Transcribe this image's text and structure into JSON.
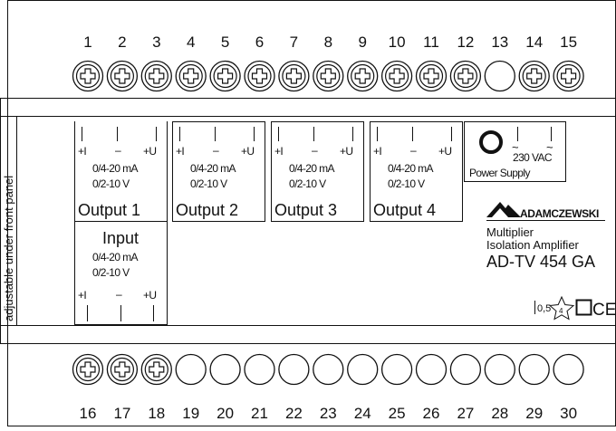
{
  "top_terminals": [
    "1",
    "2",
    "3",
    "4",
    "5",
    "6",
    "7",
    "8",
    "9",
    "10",
    "11",
    "12",
    "13",
    "14",
    "15"
  ],
  "top_screw_state": [
    true,
    true,
    true,
    true,
    true,
    true,
    true,
    true,
    true,
    true,
    true,
    true,
    false,
    true,
    true
  ],
  "bottom_terminals": [
    "16",
    "17",
    "18",
    "19",
    "20",
    "21",
    "22",
    "23",
    "24",
    "25",
    "26",
    "27",
    "28",
    "29",
    "30"
  ],
  "bottom_screw_state": [
    true,
    true,
    true,
    false,
    false,
    false,
    false,
    false,
    false,
    false,
    false,
    false,
    false,
    false,
    false
  ],
  "side_label": "adjustable under front panel",
  "polarity": {
    "plus_i": "+I",
    "minus": "–",
    "plus_u": "+U"
  },
  "ranges": {
    "current": "0/4-20 mA",
    "voltage": "0/2-10 V"
  },
  "outputs": [
    "Output 1",
    "Output 2",
    "Output 3",
    "Output 4"
  ],
  "input": {
    "title": "Input"
  },
  "power": {
    "voltage_tilde": "~",
    "voltage": "230 VAC",
    "label": "Power Supply"
  },
  "brand": {
    "name": "ADAMCZEWSKI"
  },
  "product": {
    "line1": "Multiplier",
    "line2": "Isolation Amplifier",
    "model": "AD-TV 454 GA"
  },
  "marks": {
    "accuracy": "0,5",
    "star_digit": "4",
    "ce": "CE"
  }
}
